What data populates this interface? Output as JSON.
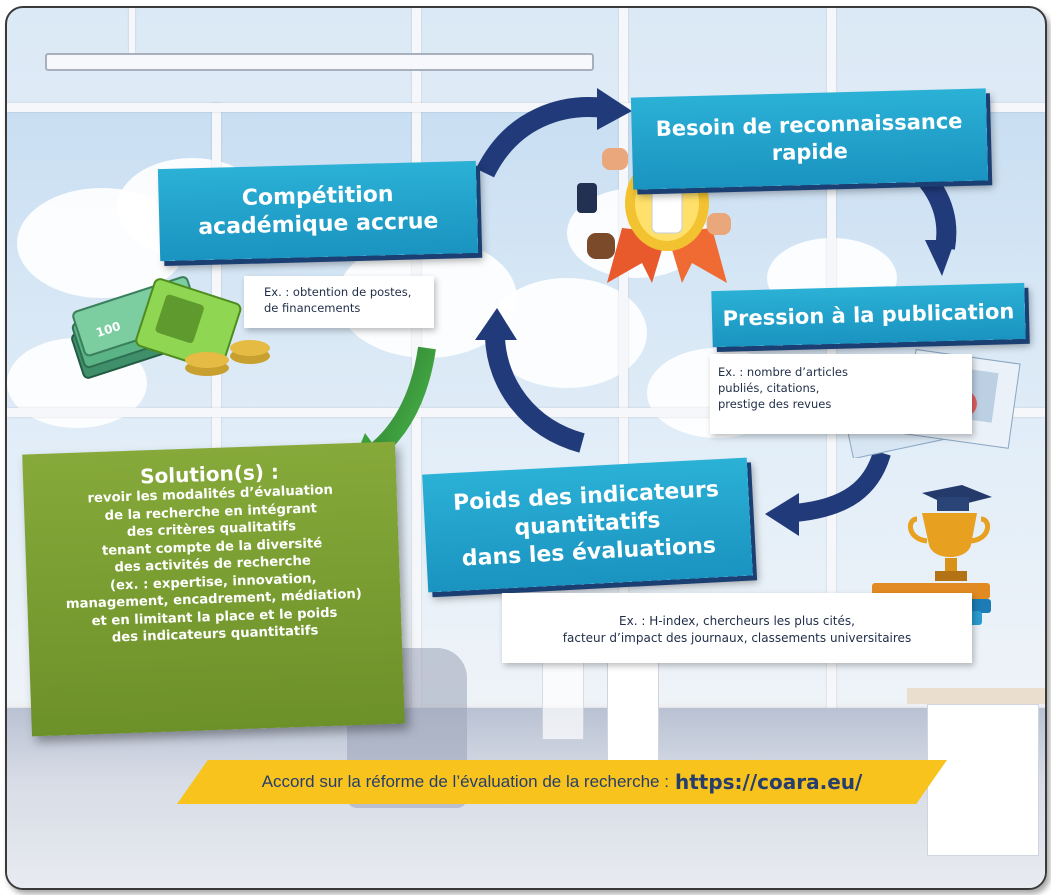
{
  "colors": {
    "title_blue": "#1f9fcc",
    "arrow_navy": "#213a7a",
    "arrow_green": "#3aa33c",
    "solution_green": "#76992f",
    "banner_yellow": "#f8c31c",
    "text_dark": "#1f2d47"
  },
  "nodes": {
    "competition": {
      "line1": "Compétition",
      "line2": "académique accrue"
    },
    "recognition": {
      "line1": "Besoin de reconnaissance",
      "line2": "rapide"
    },
    "publication": {
      "line1": "Pression à la publication"
    },
    "indicators": {
      "line1": "Poids des indicateurs",
      "line2": "quantitatifs",
      "line3": "dans les évaluations"
    }
  },
  "examples": {
    "competition": {
      "line1": "Ex. : obtention de postes,",
      "line2": "de financements"
    },
    "publication": {
      "line1": "Ex. : nombre d’articles",
      "line2": "publiés, citations,",
      "line3": "prestige des revues"
    },
    "indicators": {
      "line1": "Ex. : H-index, chercheurs les plus cités,",
      "line2": "facteur d’impact des journaux, classements universitaires"
    }
  },
  "solution": {
    "heading": "Solution(s) :",
    "lines": [
      "revoir les modalités d’évaluation",
      "de la recherche en intégrant",
      "des critères qualitatifs",
      "tenant compte de la diversité",
      "des activités de recherche",
      "(ex. : expertise, innovation,",
      "management, encadrement, médiation)",
      "et en limitant la place et le poids",
      "des indicateurs quantitatifs"
    ]
  },
  "banner": {
    "text": "Accord sur la réforme de l’évaluation de la recherche :",
    "url": "https://coara.eu/"
  },
  "illustration_labels": {
    "banknote_value": "100",
    "question_mark": "?"
  }
}
